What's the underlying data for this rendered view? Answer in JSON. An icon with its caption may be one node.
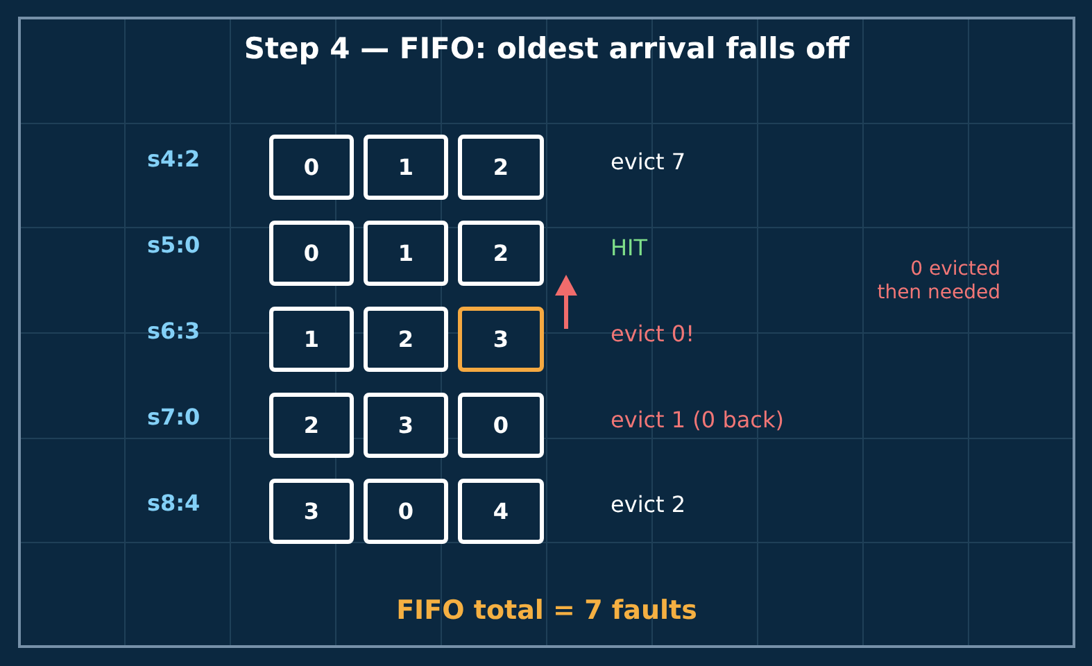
{
  "diagram": {
    "title": "Step 4 — FIFO: oldest arrival falls off",
    "caption": "FIFO total = 7 faults",
    "nodes": [
      {
        "text": [
          "0"
        ]
      },
      {
        "text": [
          "1"
        ]
      },
      {
        "text": [
          "2"
        ]
      },
      {
        "text": [
          "0"
        ]
      },
      {
        "text": [
          "1"
        ]
      },
      {
        "text": [
          "2"
        ]
      },
      {
        "text": [
          "1"
        ]
      },
      {
        "text": [
          "2"
        ]
      },
      {
        "text": [
          "3"
        ]
      },
      {
        "text": [
          "2"
        ]
      },
      {
        "text": [
          "3"
        ]
      },
      {
        "text": [
          "0"
        ]
      },
      {
        "text": [
          "3"
        ]
      },
      {
        "text": [
          "0"
        ]
      },
      {
        "text": [
          "4"
        ]
      }
    ],
    "labels": [
      "s4:2",
      "evict 7",
      "s5:0",
      "HIT",
      "0 evicted then needed",
      "s6:3",
      "evict 0!",
      "s7:0",
      "evict 1 (0 back)",
      "s8:4",
      "evict 2"
    ]
  }
}
